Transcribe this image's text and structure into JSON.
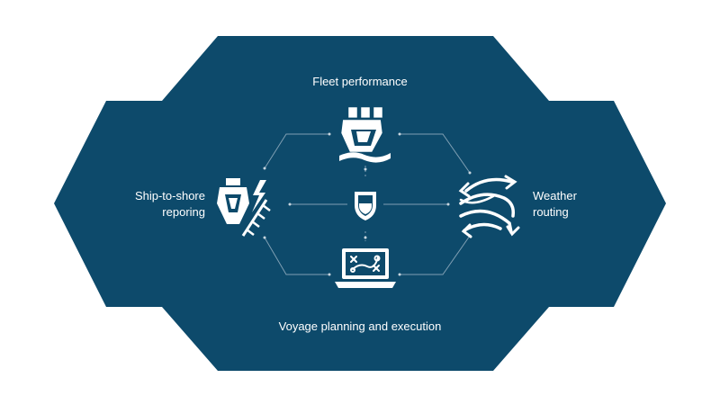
{
  "diagram": {
    "background_color": "#0d4a6b",
    "foreground_color": "#ffffff",
    "nodes": {
      "top": {
        "label": "Fleet performance",
        "icon": "fleet-ships-icon"
      },
      "left": {
        "line1": "Ship-to-shore",
        "line2": "reporing",
        "icon": "ship-signal-icon"
      },
      "right": {
        "line1": "Weather",
        "line2": "routing",
        "icon": "wind-arrows-icon"
      },
      "bottom": {
        "label": "Voyage planning and execution",
        "icon": "laptop-plan-icon"
      },
      "center": {
        "icon": "shield-icon"
      }
    }
  }
}
